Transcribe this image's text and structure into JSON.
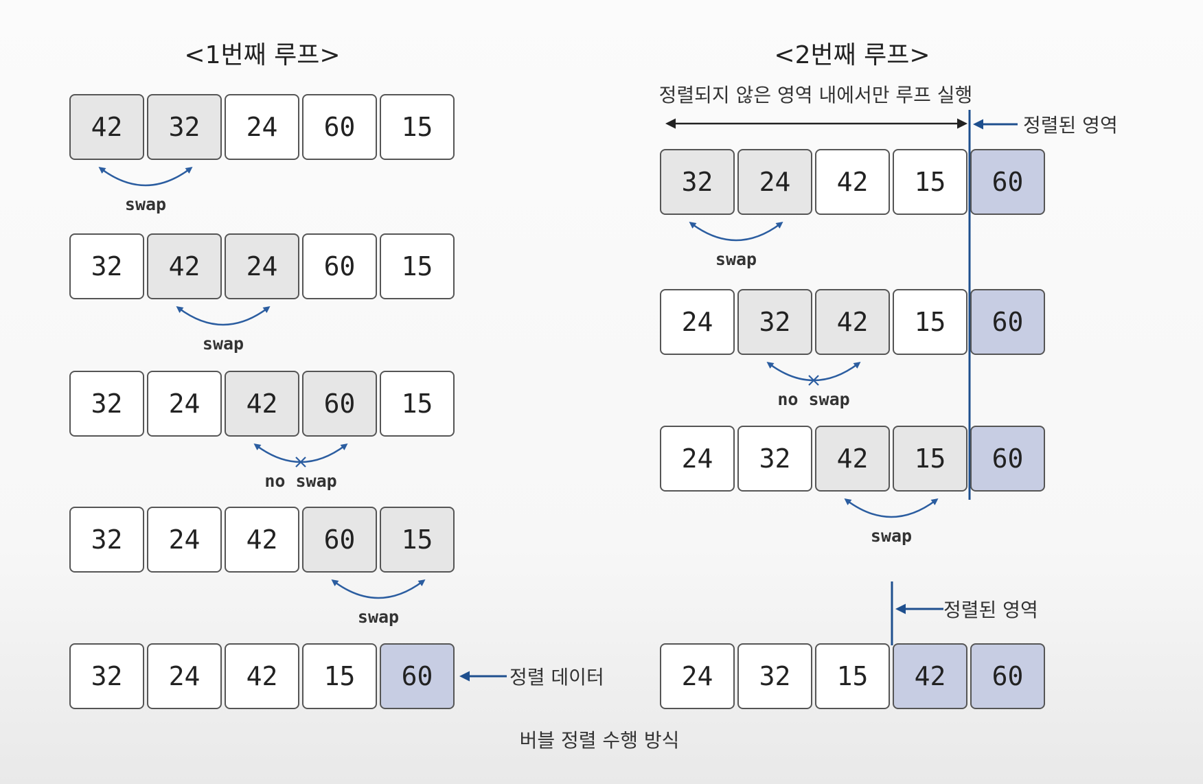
{
  "colors": {
    "cell_white": "#ffffff",
    "cell_compare": "#e6e6e6",
    "cell_sorted": "#c7cde3",
    "accent_blue": "#1e4f8e",
    "arc_blue": "#2b5da0"
  },
  "left": {
    "title": "<1번째 루프>",
    "steps": [
      {
        "values": [
          "42",
          "32",
          "24",
          "60",
          "15"
        ],
        "compare": [
          0,
          1
        ],
        "action": "swap"
      },
      {
        "values": [
          "32",
          "42",
          "24",
          "60",
          "15"
        ],
        "compare": [
          1,
          2
        ],
        "action": "swap"
      },
      {
        "values": [
          "32",
          "24",
          "42",
          "60",
          "15"
        ],
        "compare": [
          2,
          3
        ],
        "action": "no swap"
      },
      {
        "values": [
          "32",
          "24",
          "42",
          "60",
          "15"
        ],
        "compare": [
          3,
          4
        ],
        "action": "swap"
      }
    ],
    "result": {
      "values": [
        "32",
        "24",
        "42",
        "15",
        "60"
      ],
      "sorted": [
        4
      ]
    },
    "result_label": "정렬 데이터"
  },
  "right": {
    "title": "<2번째 루프>",
    "range_note": "정렬되지 않은 영역 내에서만 루프 실행",
    "sorted_label": "정렬된 영역",
    "steps": [
      {
        "values": [
          "32",
          "24",
          "42",
          "15",
          "60"
        ],
        "compare": [
          0,
          1
        ],
        "sorted": [
          4
        ],
        "action": "swap"
      },
      {
        "values": [
          "24",
          "32",
          "42",
          "15",
          "60"
        ],
        "compare": [
          1,
          2
        ],
        "sorted": [
          4
        ],
        "action": "no swap"
      },
      {
        "values": [
          "24",
          "32",
          "42",
          "15",
          "60"
        ],
        "compare": [
          2,
          3
        ],
        "sorted": [
          4
        ],
        "action": "swap"
      }
    ],
    "result": {
      "values": [
        "24",
        "32",
        "15",
        "42",
        "60"
      ],
      "sorted": [
        3,
        4
      ]
    },
    "result_label": "정렬된 영역"
  },
  "caption": "버블 정렬 수행 방식"
}
